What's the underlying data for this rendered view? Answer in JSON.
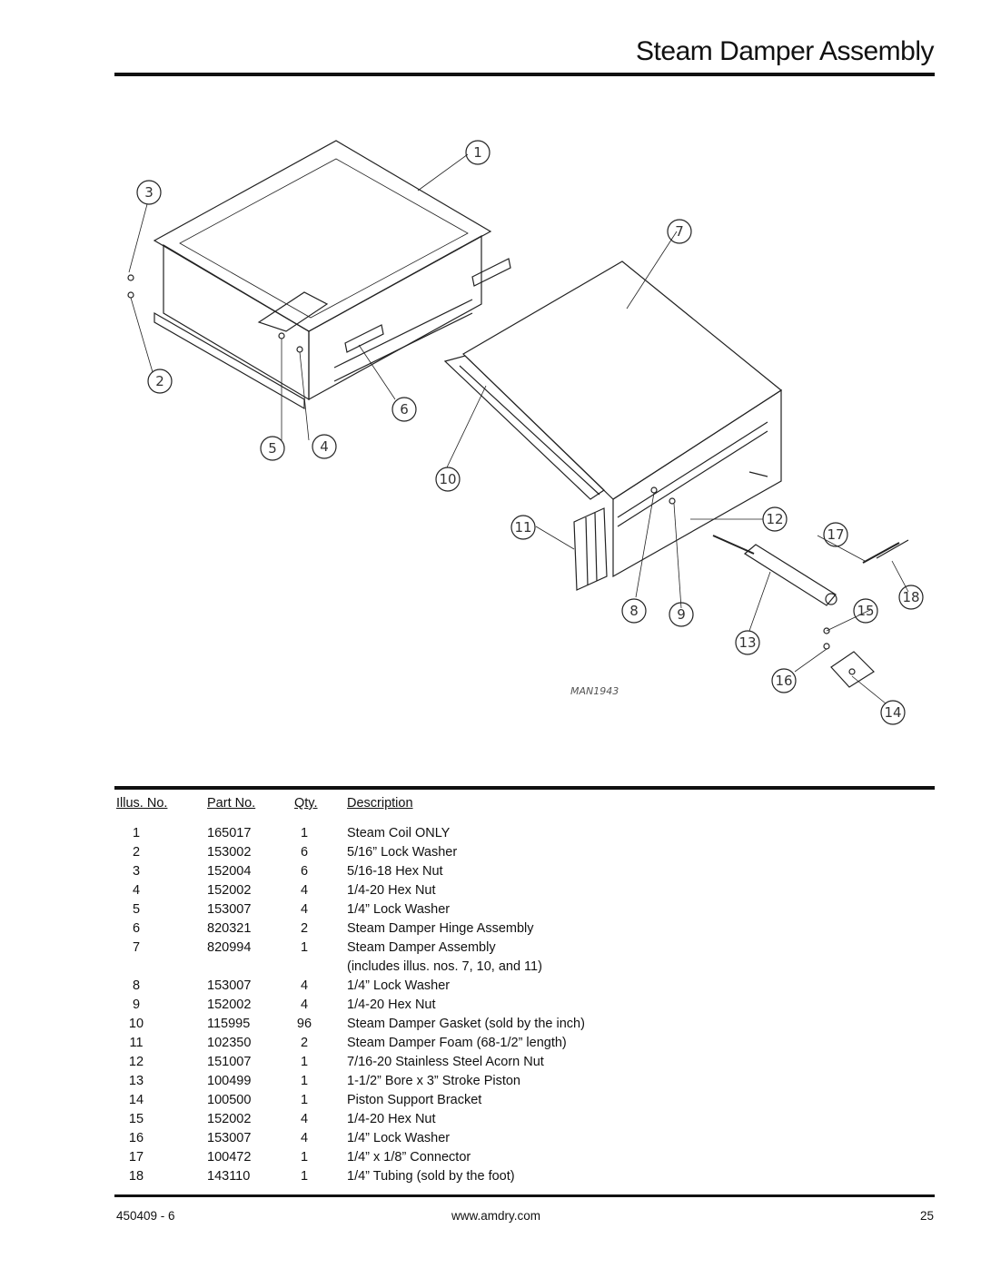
{
  "header": {
    "title": "Steam Damper Assembly"
  },
  "figure": {
    "callouts": [
      "1",
      "2",
      "3",
      "4",
      "5",
      "6",
      "7",
      "8",
      "9",
      "10",
      "11",
      "12",
      "13",
      "14",
      "15",
      "16",
      "17",
      "18"
    ],
    "drawing_id": "MAN1943"
  },
  "table": {
    "headers": {
      "illus_no": "Illus. No.",
      "part_no": "Part No.",
      "qty": "Qty.",
      "description": "Description"
    },
    "rows": [
      {
        "illus": "1",
        "part": "165017",
        "qty": "1",
        "desc": "Steam Coil ONLY"
      },
      {
        "illus": "2",
        "part": "153002",
        "qty": "6",
        "desc": "5/16” Lock Washer"
      },
      {
        "illus": "3",
        "part": "152004",
        "qty": "6",
        "desc": "5/16-18 Hex Nut"
      },
      {
        "illus": "4",
        "part": "152002",
        "qty": "4",
        "desc": "1/4-20 Hex Nut"
      },
      {
        "illus": "5",
        "part": "153007",
        "qty": "4",
        "desc": "1/4” Lock Washer"
      },
      {
        "illus": "6",
        "part": "820321",
        "qty": "2",
        "desc": "Steam Damper Hinge Assembly"
      },
      {
        "illus": "7",
        "part": "820994",
        "qty": "1",
        "desc": "Steam Damper Assembly"
      },
      {
        "illus": "",
        "part": "",
        "qty": "",
        "desc": "(includes illus. nos. 7, 10, and 11)"
      },
      {
        "illus": "8",
        "part": "153007",
        "qty": "4",
        "desc": "1/4” Lock Washer"
      },
      {
        "illus": "9",
        "part": "152002",
        "qty": "4",
        "desc": "1/4-20 Hex Nut"
      },
      {
        "illus": "10",
        "part": "115995",
        "qty": "96",
        "desc": "Steam Damper Gasket (sold by the inch)"
      },
      {
        "illus": "11",
        "part": "102350",
        "qty": "2",
        "desc": "Steam Damper Foam (68-1/2” length)"
      },
      {
        "illus": "12",
        "part": "151007",
        "qty": "1",
        "desc": "7/16-20 Stainless Steel Acorn Nut"
      },
      {
        "illus": "13",
        "part": "100499",
        "qty": "1",
        "desc": "1-1/2” Bore x 3” Stroke Piston"
      },
      {
        "illus": "14",
        "part": "100500",
        "qty": "1",
        "desc": "Piston Support Bracket"
      },
      {
        "illus": "15",
        "part": "152002",
        "qty": "4",
        "desc": "1/4-20 Hex Nut"
      },
      {
        "illus": "16",
        "part": "153007",
        "qty": "4",
        "desc": "1/4” Lock Washer"
      },
      {
        "illus": "17",
        "part": "100472",
        "qty": "1",
        "desc": "1/4” x 1/8” Connector"
      },
      {
        "illus": "18",
        "part": "143110",
        "qty": "1",
        "desc": "1/4” Tubing (sold by the foot)"
      }
    ]
  },
  "footer": {
    "doc_no": "450409 - 6",
    "website": "www.amdry.com",
    "page": "25"
  }
}
